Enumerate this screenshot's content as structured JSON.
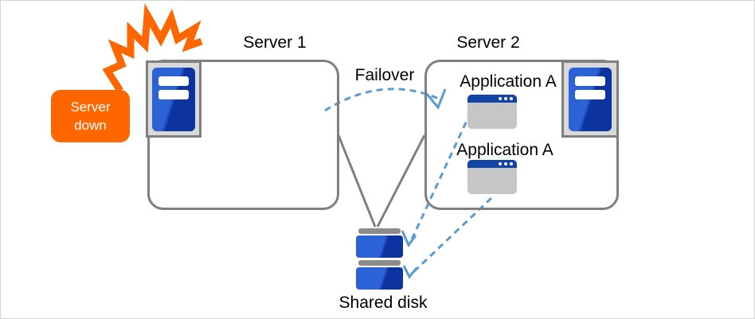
{
  "diagram": {
    "callout": {
      "text": "Server down"
    },
    "server1": {
      "label": "Server 1"
    },
    "server2": {
      "label": "Server 2",
      "applications": [
        {
          "label": "Application A"
        },
        {
          "label": "Application A"
        }
      ]
    },
    "failover": {
      "label": "Failover"
    },
    "shared_disk": {
      "label": "Shared disk"
    }
  },
  "colors": {
    "canvas_bg": "#ffffff",
    "frame_gray": "#d4d4d4",
    "line_gray": "#7f7f7f",
    "dash_blue": "#5b9bd5",
    "accent_orange": "#ff6600",
    "callout_text": "#ffffff",
    "icon_bg": "#d9d9d9",
    "blue_light": "#2b62d5",
    "blue_dark": "#0d33a0",
    "titlebar_blue": "#1244a8",
    "window_gray": "#c6c6c6",
    "disk_bar_gray": "#8c8c8c",
    "label_text": "#000000"
  }
}
